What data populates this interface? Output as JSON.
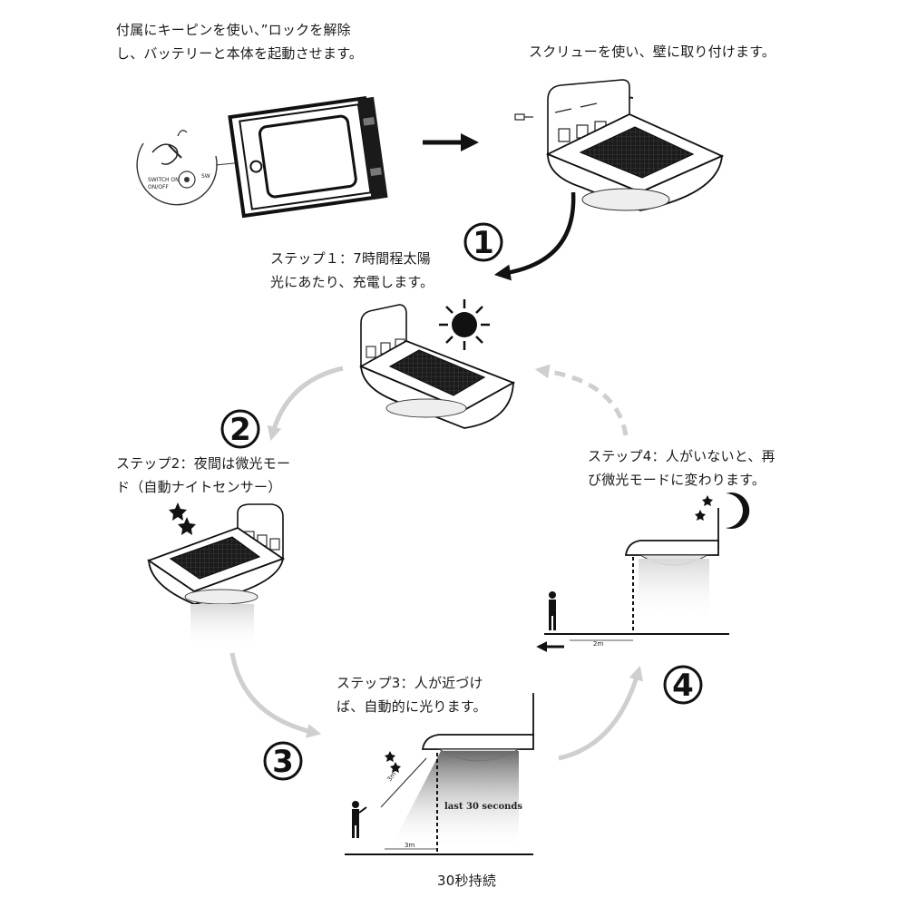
{
  "captions": {
    "intro": [
      "付属にキーピンを使い、”ロックを解除",
      "し、バッテリーと本体を起動させます。"
    ],
    "mount": [
      "スクリューを使い、壁に取り付けます。"
    ],
    "step1": [
      "ステップ１：7時間程太陽",
      "光にあたり、充電します。"
    ],
    "step2": [
      "ステップ2：夜間は微光モー",
      "ド（自動ナイトセンサー）"
    ],
    "step3": [
      "ステップ3：人が近づけ",
      "ば、自動的に光ります。"
    ],
    "step4": [
      "ステップ4：人がいないと、再",
      "び微光モードに変わります。"
    ],
    "duration": "30秒持続"
  },
  "step_numbers": [
    "1",
    "2",
    "3",
    "4"
  ],
  "diagram_labels": {
    "switch_left": "SWITCH ON",
    "switch_left2": "ON/OFF",
    "switch_right": "SW",
    "last": "last 30 seconds",
    "dist3": "3m",
    "dist3b": "3m",
    "dist2": "2m"
  }
}
